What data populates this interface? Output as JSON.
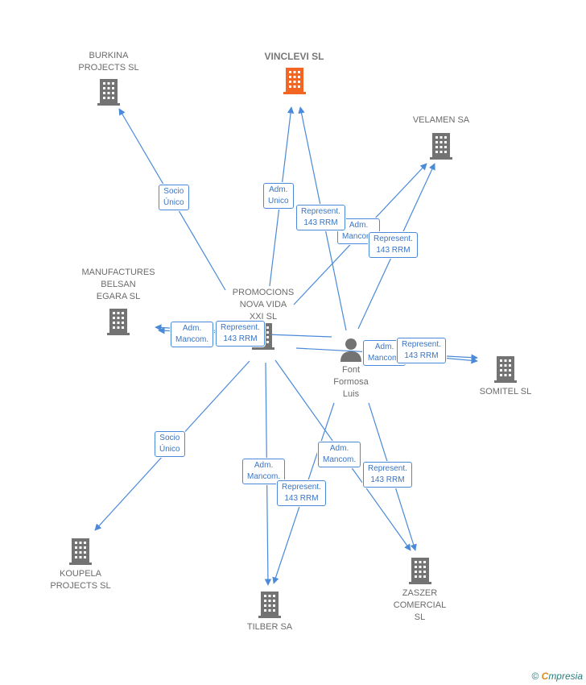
{
  "nodes": {
    "burkina": {
      "label": "BURKINA\nPROJECTS SL",
      "type": "company"
    },
    "vinclevi": {
      "label": "VINCLEVI  SL",
      "type": "company-focus"
    },
    "velamen": {
      "label": "VELAMEN SA",
      "type": "company"
    },
    "manufactures": {
      "label": "MANUFACTURES\nBELSAN\nEGARA SL",
      "type": "company"
    },
    "promocions": {
      "label": "PROMOCIONS\nNOVA VIDA\nXXI SL",
      "type": "company"
    },
    "font": {
      "label": "Font\nFormosa\nLuis",
      "type": "person"
    },
    "somitel": {
      "label": "SOMITEL  SL",
      "type": "company"
    },
    "koupela": {
      "label": "KOUPELA\nPROJECTS SL",
      "type": "company"
    },
    "tilber": {
      "label": "TILBER SA",
      "type": "company"
    },
    "zaszer": {
      "label": "ZASZER\nCOMERCIAL\nSL",
      "type": "company"
    }
  },
  "relations": [
    {
      "from": "promocions",
      "to": "burkina",
      "label": "Socio\nÚnico"
    },
    {
      "from": "promocions",
      "to": "vinclevi",
      "label": "Adm.\nUnico"
    },
    {
      "from": "font",
      "to": "vinclevi",
      "label": "Represent.\n143 RRM"
    },
    {
      "from": "promocions",
      "to": "velamen",
      "label": "Adm.\nMancom."
    },
    {
      "from": "font",
      "to": "velamen",
      "label": "Represent.\n143 RRM"
    },
    {
      "from": "promocions",
      "to": "manufactures",
      "label": "Adm.\nMancom."
    },
    {
      "from": "font",
      "to": "manufactures",
      "label": "Represent.\n143 RRM"
    },
    {
      "from": "promocions",
      "to": "somitel",
      "label": "Adm.\nMancom."
    },
    {
      "from": "font",
      "to": "somitel",
      "label": "Represent.\n143 RRM"
    },
    {
      "from": "promocions",
      "to": "koupela",
      "label": "Socio\nÚnico"
    },
    {
      "from": "promocions",
      "to": "tilber",
      "label": "Adm.\nMancom."
    },
    {
      "from": "font",
      "to": "tilber",
      "label": "Represent.\n143 RRM"
    },
    {
      "from": "promocions",
      "to": "zaszer",
      "label": "Adm.\nMancom."
    },
    {
      "from": "font",
      "to": "zaszer",
      "label": "Represent.\n143 RRM"
    }
  ],
  "colors": {
    "edge": "#4a8ad8",
    "company": "#737373",
    "focus": "#f26522",
    "person": "#737373"
  },
  "footer": {
    "copyright": "©",
    "brand_initial": "C",
    "brand_rest": "mpresia"
  }
}
